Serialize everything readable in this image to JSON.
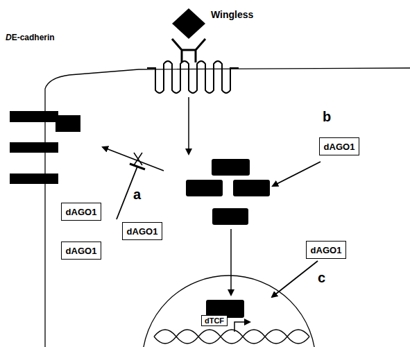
{
  "diagram": {
    "nodes": [
      {
        "text": [
          "dAGO1"
        ]
      },
      {
        "text": [
          "dAGO1"
        ]
      },
      {
        "text": [
          "dAGO1"
        ]
      },
      {
        "text": [
          "dAGO1"
        ]
      },
      {
        "text": [
          "dAGO1"
        ]
      },
      {
        "text": [
          "dTCF"
        ]
      }
    ],
    "labels": [
      "Wingless",
      "DE-cadherin",
      "a",
      "b",
      "c"
    ]
  }
}
